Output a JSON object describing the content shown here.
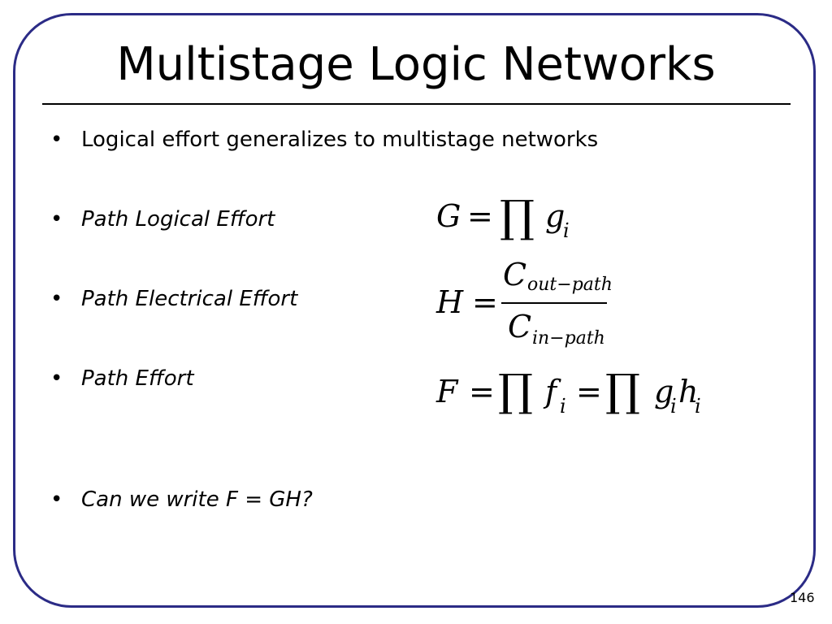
{
  "slide": {
    "title": "Multistage Logic Networks",
    "page_number": "146",
    "bullet_symbol": "•",
    "bullets": [
      {
        "text": "Logical effort generalizes to multistage networks"
      },
      {
        "text": "Path Logical Effort"
      },
      {
        "text": "Path Electrical Effort"
      },
      {
        "text": "Path Effort"
      },
      {
        "text": "Can we write F = GH?"
      }
    ]
  },
  "equations": {
    "path_logical_effort": {
      "lhs": "G",
      "equals": "=",
      "product": "∏",
      "term": "g",
      "subscript": "i"
    },
    "path_electrical_effort": {
      "lhs": "H",
      "equals": "=",
      "numerator": "C",
      "numerator_subscript": "out−path",
      "denominator": "C",
      "denominator_subscript": "in−path"
    },
    "path_effort": {
      "lhs": "F",
      "equals": "=",
      "product": "∏",
      "term1": "f",
      "term1_subscript": "i",
      "term2a": "g",
      "term2a_subscript": "i",
      "term2b": "h",
      "term2b_subscript": "i"
    }
  },
  "colors": {
    "frame_border": "#2b2b86",
    "text": "#000000",
    "background": "#ffffff"
  }
}
